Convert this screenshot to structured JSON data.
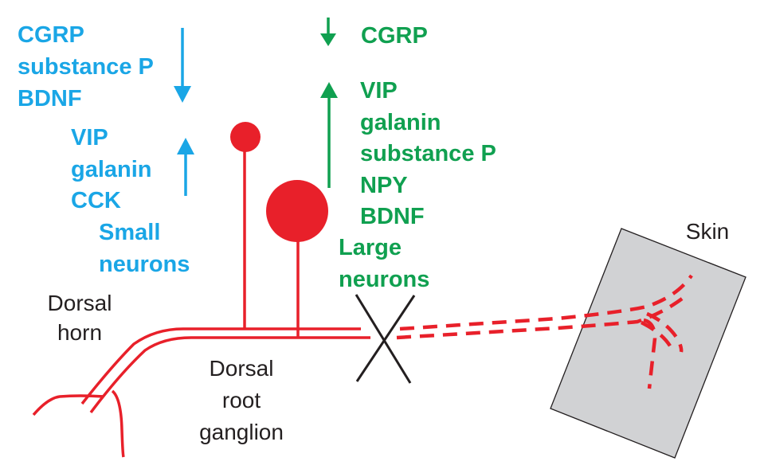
{
  "colors": {
    "small_neuron_text": "#1aa6e6",
    "large_neuron_text": "#10a050",
    "neuron": "#e8202a",
    "label": "#231f20",
    "skin_fill": "#d1d2d4",
    "cut_mark": "#231f20"
  },
  "small_neurons": {
    "decreased": [
      "CGRP",
      "substance P",
      "BDNF"
    ],
    "increased": [
      "VIP",
      "galanin",
      "CCK"
    ],
    "title_line1": "Small",
    "title_line2": "neurons",
    "down_arrow_icon": "arrow-down-icon",
    "up_arrow_icon": "arrow-up-icon"
  },
  "large_neurons": {
    "decreased": [
      "CGRP"
    ],
    "increased": [
      "VIP",
      "galanin",
      "substance P",
      "NPY",
      "BDNF"
    ],
    "title_line1": "Large",
    "title_line2": "neurons",
    "down_arrow_icon": "arrow-down-icon",
    "up_arrow_icon": "arrow-up-icon"
  },
  "labels": {
    "dorsal_horn": [
      "Dorsal",
      "horn"
    ],
    "dorsal_root_ganglion": [
      "Dorsal",
      "root",
      "ganglion"
    ],
    "skin": "Skin"
  },
  "lesion": {
    "icon": "cut-x-icon"
  }
}
